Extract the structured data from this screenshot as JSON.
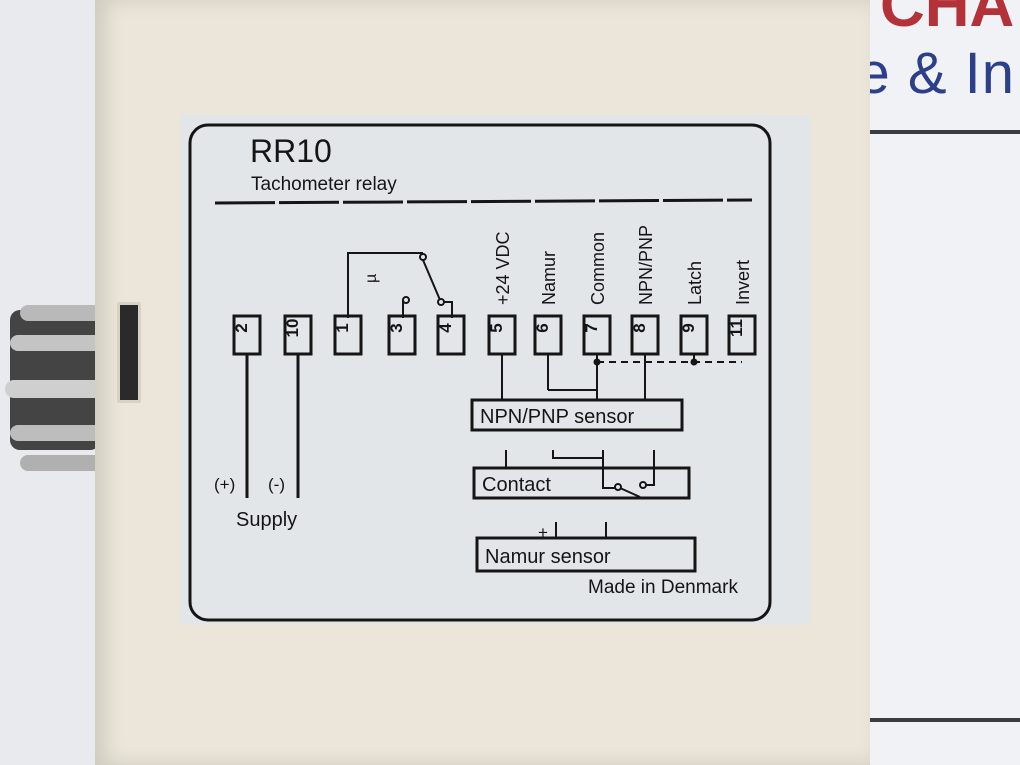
{
  "background": {
    "sign_text_partial": "rine & In",
    "sign_top_partial": "CHA"
  },
  "label": {
    "model": "RR10",
    "subtitle": "Tachometer relay",
    "terminals": [
      {
        "number": "2",
        "name": ""
      },
      {
        "number": "10",
        "name": ""
      },
      {
        "number": "1",
        "name": ""
      },
      {
        "number": "3",
        "name": ""
      },
      {
        "number": "4",
        "name": ""
      },
      {
        "number": "5",
        "name": "+24 VDC"
      },
      {
        "number": "6",
        "name": "Namur"
      },
      {
        "number": "7",
        "name": "Common"
      },
      {
        "number": "8",
        "name": "NPN/PNP"
      },
      {
        "number": "9",
        "name": "Latch"
      },
      {
        "number": "11",
        "name": "Invert"
      }
    ],
    "relay_symbol": "µ",
    "supply_plus": "(+)",
    "supply_minus": "(-)",
    "supply_label": "Supply",
    "sensors": {
      "npn_pnp": "NPN/PNP sensor",
      "contact": "Contact",
      "namur": "Namur sensor",
      "namur_plus": "+"
    },
    "made_in": "Made in Denmark"
  }
}
